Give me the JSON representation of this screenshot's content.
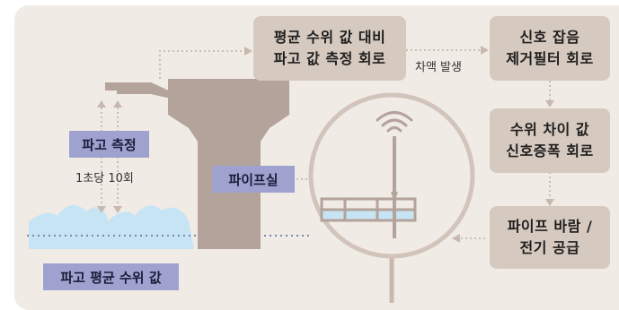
{
  "boxes": {
    "compare": {
      "line1": "평균 수위 값 대비",
      "line2": "파고 값 측정 회로"
    },
    "noise": {
      "line1": "신호 잡음",
      "line2": "제거필터 회로"
    },
    "amp": {
      "line1": "수위 차이 값",
      "line2": "신호증폭 회로"
    },
    "supply": {
      "line1": "파이프 바람 /",
      "line2": "전기 공급"
    }
  },
  "labels": {
    "wave_measure": "파고 측정",
    "rate": "1초당 10회",
    "pipe_room": "파이프실",
    "avg_level": "파고 평균 수위 값",
    "diff": "차액 발생"
  },
  "colors": {
    "panel": "#f1ebe6",
    "box": "#d6c9bf",
    "label": "#9fa2cf",
    "structure": "#b4a39a",
    "water": "#c6e4f4"
  }
}
